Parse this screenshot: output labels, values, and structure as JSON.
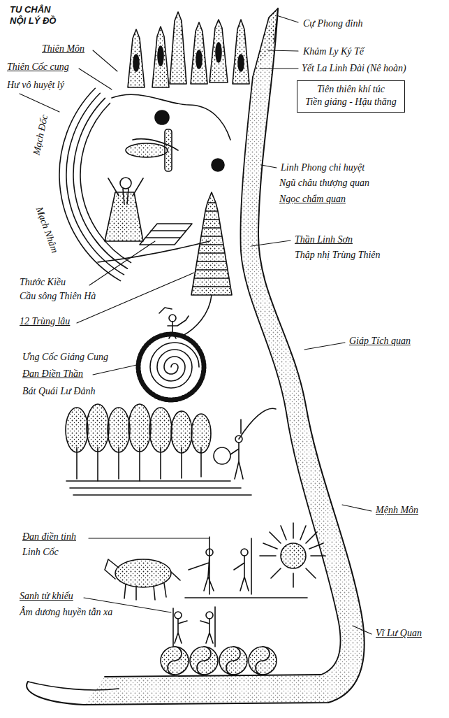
{
  "diagram": {
    "title": "TU CHÂN NỘI LÝ ĐỒ",
    "nodes": [
      {
        "text": [
          "Tiên thiên khí túc",
          "Tiền giáng - Hậu thăng"
        ]
      }
    ],
    "labels": [
      "Cự Phong đỉnh",
      "Khảm Ly Ký Tế",
      "Yết La Linh Đài (Nê hoàn)",
      "Thiên Môn",
      "Thiên Cốc cung",
      "Hư vô huyệt lý",
      "Mạch Đốc",
      "Linh Phong chi huyệt",
      "Ngũ châu thượng quan",
      "Ngọc chẩm quan",
      "Mạch Nhâm",
      "Thần Linh Sơn",
      "Thập nhị Trùng Thiên",
      "Thước Kiều",
      "Cầu sông Thiên Hà",
      "12 Trùng lâu",
      "Giáp Tích quan",
      "Ưng Cốc Giáng Cung",
      "Đan Điền Thần",
      "Bát Quái Lư Đảnh",
      "Mệnh Môn",
      "Đan điền tinh",
      "Linh Cốc",
      "Sanh tử khiếu",
      "Âm dương huyền tẫn xa",
      "Vĩ Lư Quan"
    ]
  }
}
